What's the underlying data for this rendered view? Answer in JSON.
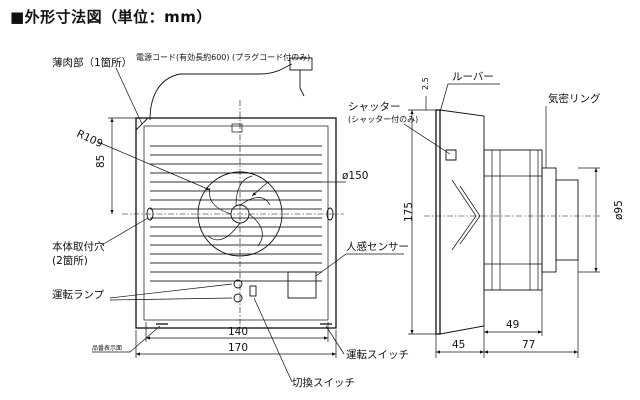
{
  "title": "■外形寸法図（単位：mm）",
  "labels": {
    "thin_part": "薄肉部（1箇所）",
    "power_cord": "電源コード(有効長約600) (プラグコード付のみ)",
    "louver": "ルーバー",
    "shutter": "シャッター",
    "shutter_note": "(シャッター付のみ)",
    "airtight_ring": "気密リング",
    "mount_hole": "本体取付穴",
    "mount_hole_count": "(2箇所)",
    "human_sensor": "人感センサー",
    "run_lamp": "運転ランプ",
    "rating_label": "品番表示面",
    "run_switch": "運転スイッチ",
    "mode_switch": "切換スイッチ"
  },
  "dimensions": {
    "radius": "R109",
    "offset_85": "85",
    "duct_diameter": "ø150",
    "width_inner": "140",
    "width_outer": "170",
    "height": "175",
    "louver_depth": "2.5",
    "ring_diameter": "ø95",
    "depth_49": "49",
    "depth_45": "45",
    "depth_77": "77"
  }
}
